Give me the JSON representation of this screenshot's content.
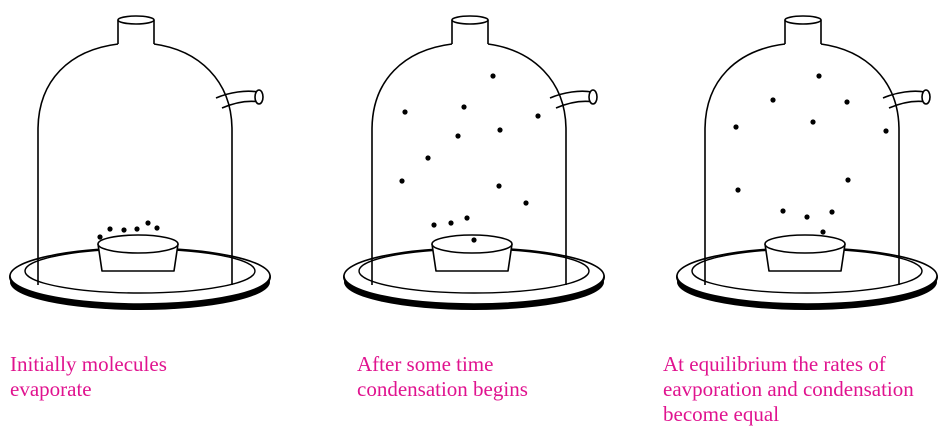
{
  "colors": {
    "caption": "#e0138f",
    "outline": "#000000"
  },
  "panels": [
    {
      "caption": "Initially molecules\nevaporate"
    },
    {
      "caption": "After some time\ncondensation begins"
    },
    {
      "caption": "At equilibrium the rates of\neavporation and condensation\nbecome equal"
    }
  ]
}
